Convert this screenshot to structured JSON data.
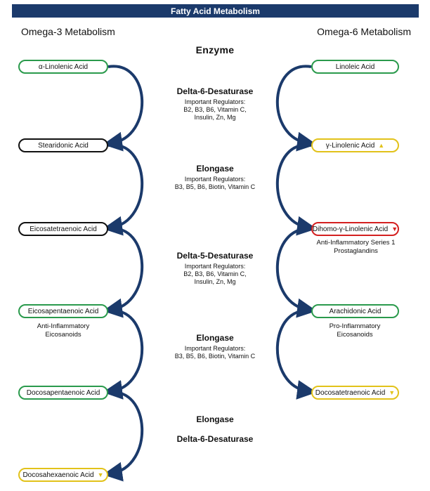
{
  "title": "Fatty Acid Metabolism",
  "left_title": "Omega-3 Metabolism",
  "right_title": "Omega-6 Metabolism",
  "enzyme_title": "Enzyme",
  "omega3": [
    {
      "label": "α-Linolenic Acid",
      "color": "#2a9a4c"
    },
    {
      "label": "Stearidonic Acid",
      "color": "#111111"
    },
    {
      "label": "Eicosatetraenoic Acid",
      "color": "#111111"
    },
    {
      "label": "Eicosapentaenoic Acid",
      "color": "#2a9a4c"
    },
    {
      "label": "Docosapentaenoic Acid",
      "color": "#2a9a4c"
    },
    {
      "label": "Docosahexaenoic Acid",
      "color": "#e2c21a",
      "flag": "▼"
    }
  ],
  "omega6": [
    {
      "label": "Linoleic Acid",
      "color": "#2a9a4c"
    },
    {
      "label": "γ-Linolenic Acid",
      "color": "#e2c21a",
      "flag": "▲"
    },
    {
      "label": "Dihomo-γ-Linolenic Acid",
      "color": "#d42020",
      "flag": "▼"
    },
    {
      "label": "Arachidonic Acid",
      "color": "#2a9a4c"
    },
    {
      "label": "Docosatetraenoic Acid",
      "color": "#e2c21a",
      "flag": "▼"
    }
  ],
  "enzymes": [
    {
      "name": "Delta-6-Desaturase",
      "reg_label": "Important Regulators:",
      "regulators": "B2, B3, B6, Vitamin C, Insulin, Zn, Mg"
    },
    {
      "name": "Elongase",
      "reg_label": "Important Regulators:",
      "regulators": "B3, B5, B6, Biotin, Vitamin C"
    },
    {
      "name": "Delta-5-Desaturase",
      "reg_label": "Important Regulators:",
      "regulators": "B2, B3, B6, Vitamin C, Insulin, Zn, Mg"
    },
    {
      "name": "Elongase",
      "reg_label": "Important Regulators:",
      "regulators": "B3, B5, B6, Biotin, Vitamin C"
    },
    {
      "name": "Elongase"
    },
    {
      "name": "Delta-6-Desaturase"
    }
  ],
  "notes": {
    "epa": "Anti-Inflammatory Eicosanoids",
    "dgla": "Anti-Inflammatory Series 1 Prostaglandins",
    "aa": "Pro-Inflammatory Eicosanoids"
  },
  "colors": {
    "header_bg": "#1b3a6b",
    "arrow": "#1b3a6b",
    "green": "#2a9a4c",
    "red": "#d42020",
    "yellow": "#e2c21a"
  }
}
